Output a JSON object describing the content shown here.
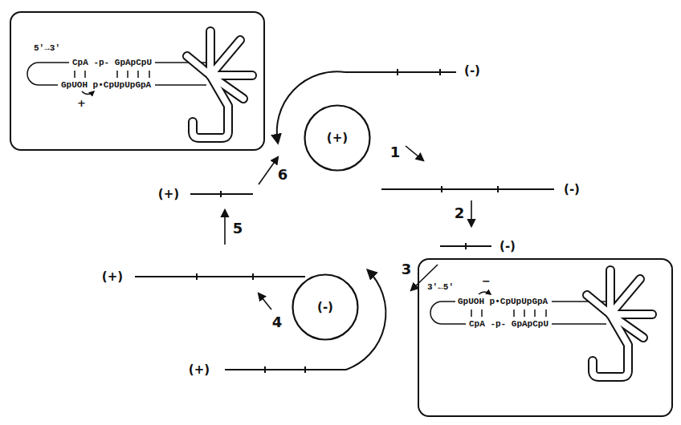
{
  "diagram": {
    "nodes": [
      {
        "text": [
          "5'→3'",
          "CpA -p- GpApCpU",
          "GpUOH p•CpUpUpGpA",
          "+"
        ]
      },
      {
        "text": [
          "(+)"
        ]
      },
      {
        "text": [
          "(-)"
        ]
      },
      {
        "text": [
          "−",
          "3'←5'",
          "GpUOH p•CpUpUpGpA",
          "CpA -p- GpApCpU"
        ]
      }
    ],
    "labels": [
      "(-)",
      "1",
      "6",
      "(-)",
      "(+)",
      "2",
      "5",
      "(-)",
      "3",
      "(+)",
      "4",
      "(+)"
    ]
  }
}
